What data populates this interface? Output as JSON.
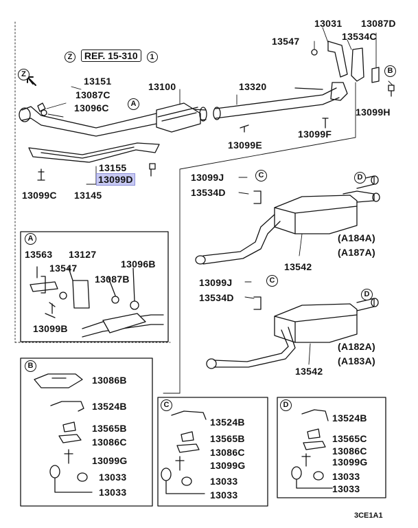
{
  "ref": {
    "zone": "Z",
    "text": "REF. 15-310",
    "num": "1"
  },
  "direction_marker": "Z",
  "labels": {
    "p13031": "13031",
    "p13087D": "13087D",
    "p13547a": "13547",
    "p13534C": "13534C",
    "p13151": "13151",
    "p13087C": "13087C",
    "p13096C": "13096C",
    "p13100": "13100",
    "p13320": "13320",
    "p13099H": "13099H",
    "p13099E": "13099E",
    "p13099F": "13099F",
    "p13155": "13155",
    "p13099D": "13099D",
    "p13099C": "13099C",
    "p13145": "13145",
    "p13099J_1": "13099J",
    "p13534D_1": "13534D",
    "variant1a": "(A184A)",
    "variant1b": "(A187A)",
    "p13542_1": "13542",
    "p13099J_2": "13099J",
    "p13534D_2": "13534D",
    "variant2a": "(A182A)",
    "variant2b": "(A183A)",
    "p13542_2": "13542",
    "a_13563": "13563",
    "a_13127": "13127",
    "a_13547": "13547",
    "a_13096B": "13096B",
    "a_13087B": "13087B",
    "a_13099B": "13099B",
    "b_13086B": "13086B",
    "b_13524B": "13524B",
    "b_13565B": "13565B",
    "b_13086C": "13086C",
    "b_13099G": "13099G",
    "b_13033a": "13033",
    "b_13033b": "13033",
    "c_13524B": "13524B",
    "c_13565B": "13565B",
    "c_13086C": "13086C",
    "c_13099G": "13099G",
    "c_13033a": "13033",
    "c_13033b": "13033",
    "d_13524B": "13524B",
    "d_13565C": "13565C",
    "d_13086C": "13086C",
    "d_13099G": "13099G",
    "d_13033a": "13033",
    "d_13033b": "13033"
  },
  "callouts": {
    "A": "A",
    "B": "B",
    "C": "C",
    "D": "D"
  },
  "footer_code": "3CE1A1",
  "highlight_color": "#c7c9f3"
}
